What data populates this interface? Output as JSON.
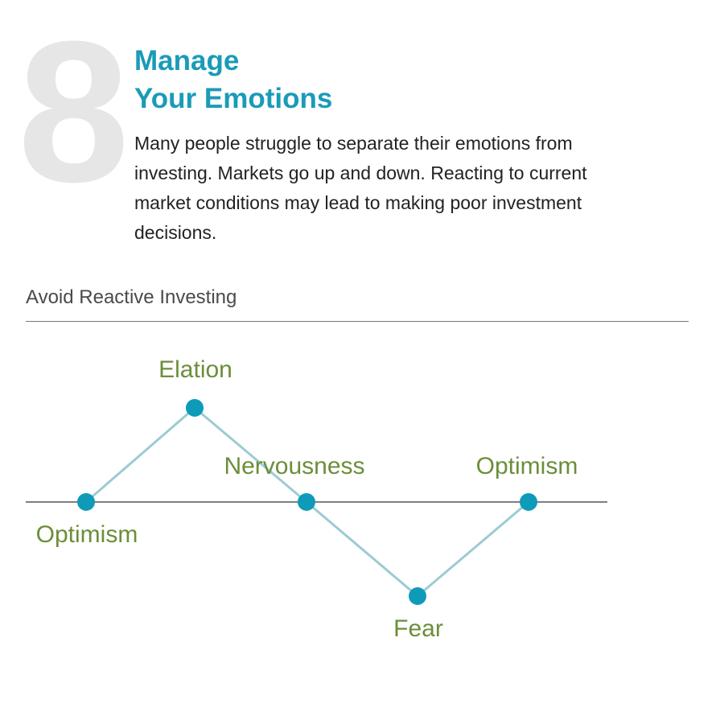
{
  "header": {
    "number": "8",
    "title_line1": "Manage",
    "title_line2": "Your Emotions",
    "body": "Many people struggle to separate their emotions from investing. Markets go up and down. Reacting to current market conditions may lead to making poor investment decisions."
  },
  "section": {
    "title": "Avoid Reactive Investing"
  },
  "colors": {
    "title": "#1a9bb8",
    "label": "#6b8e3a",
    "node": "#0e9bb9",
    "path": "#9ccbd3",
    "axis": "#555555",
    "number": "#e6e6e6"
  },
  "cycle": [
    {
      "label": "Optimism",
      "level": 0
    },
    {
      "label": "Elation",
      "level": 1
    },
    {
      "label": "Nervousness",
      "level": 0
    },
    {
      "label": "Fear",
      "level": -1
    },
    {
      "label": "Optimism",
      "level": 0
    }
  ]
}
